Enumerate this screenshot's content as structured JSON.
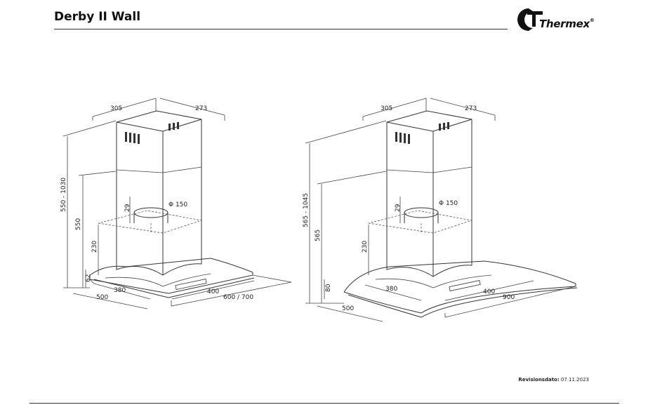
{
  "header": {
    "title": "Derby II Wall",
    "brand": "Thermex",
    "registered": "®"
  },
  "footer": {
    "revision_label": "Revisionsdato:",
    "revision_date": "07.11.2023"
  },
  "left_drawing": {
    "top_width": "305",
    "top_depth": "273",
    "outlet": "Φ 150",
    "outlet_offset": "29",
    "height_range": "550 - 1030",
    "height_min": "550",
    "duct_drop": "230",
    "canopy_height": "62",
    "inner_width": "380",
    "outer_width": "500",
    "inner_depth": "400",
    "outer_depth": "600 / 700"
  },
  "right_drawing": {
    "top_width": "305",
    "top_depth": "273",
    "outlet": "Φ 150",
    "outlet_offset": "29",
    "height_range": "565 - 1045",
    "height_min": "565",
    "duct_drop": "230",
    "canopy_height": "80",
    "inner_width": "380",
    "outer_width": "500",
    "inner_depth": "400",
    "outer_depth": "900"
  }
}
